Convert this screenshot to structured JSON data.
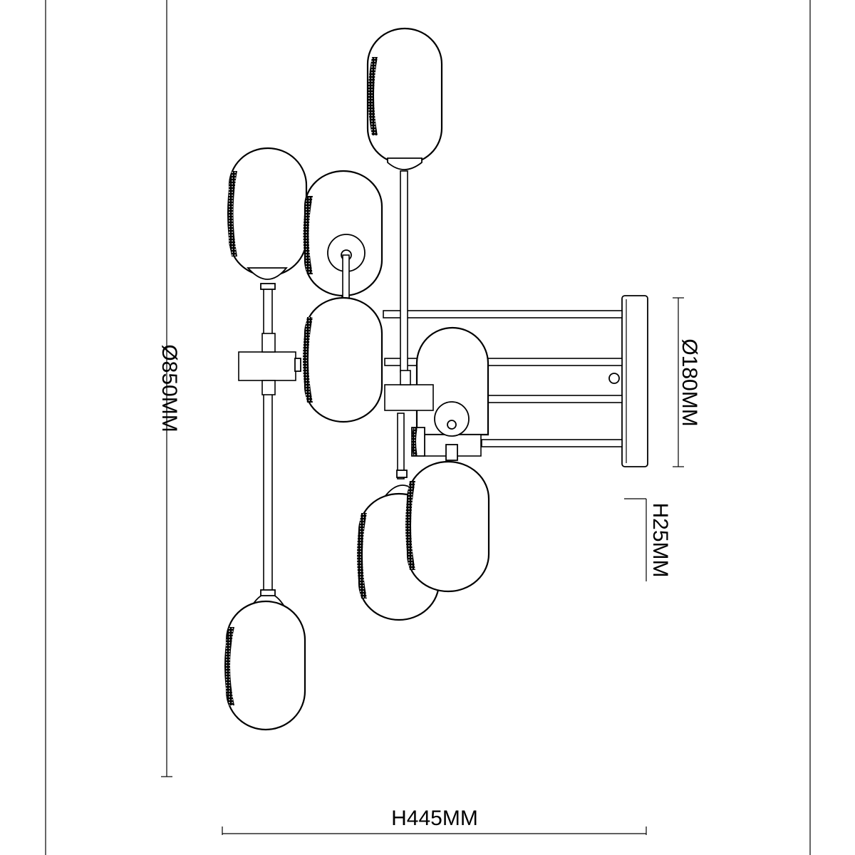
{
  "title": "",
  "dimensions": {
    "diameter_overall": "Ø850MM",
    "diameter_canopy": "Ø180MM",
    "height_canopy": "H25MM",
    "height_overall": "H445MM"
  },
  "colors": {
    "line": "#000000",
    "background": "#ffffff"
  },
  "globe_count": 8
}
